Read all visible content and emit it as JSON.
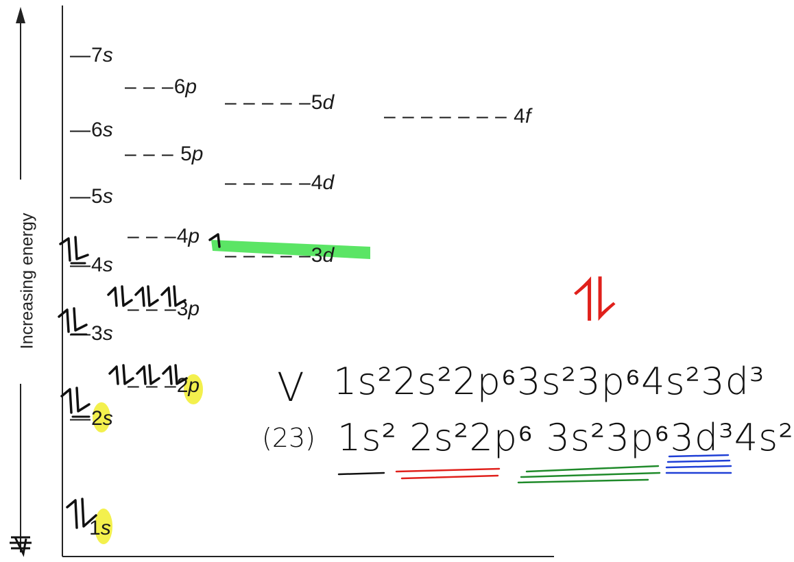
{
  "axis": {
    "label": "Increasing energy"
  },
  "levels": {
    "s7": {
      "n": "7",
      "l": "s"
    },
    "p6": {
      "n": "6",
      "l": "p"
    },
    "d5": {
      "n": "5",
      "l": "d"
    },
    "f4": {
      "n": "4",
      "l": "f"
    },
    "s6": {
      "n": "6",
      "l": "s"
    },
    "p5": {
      "n": "5",
      "l": "p"
    },
    "d4": {
      "n": "4",
      "l": "d"
    },
    "s5": {
      "n": "5",
      "l": "s"
    },
    "p4": {
      "n": "4",
      "l": "p"
    },
    "d3": {
      "n": "3",
      "l": "d"
    },
    "s4": {
      "n": "4",
      "l": "s"
    },
    "p3": {
      "n": "3",
      "l": "p"
    },
    "s3": {
      "n": "3",
      "l": "s"
    },
    "p2": {
      "n": "2",
      "l": "p"
    },
    "s2": {
      "n": "2",
      "l": "s"
    },
    "s1": {
      "n": "1",
      "l": "s"
    }
  },
  "annotations": {
    "element_symbol": "V",
    "atomic_number": "(23)",
    "config_1": "1s²2s²2p⁶3s²3p⁶4s²3d³",
    "config_2": "1s² 2s²2p⁶ 3s²3p⁶3d³4s²",
    "red_note": "⥮",
    "colors": {
      "red": "#e0201b",
      "green": "#1f8a2a",
      "blue": "#1f3fd6",
      "highlight_yellow": "#f2ee3a",
      "highlight_green": "#3ee04a"
    }
  }
}
